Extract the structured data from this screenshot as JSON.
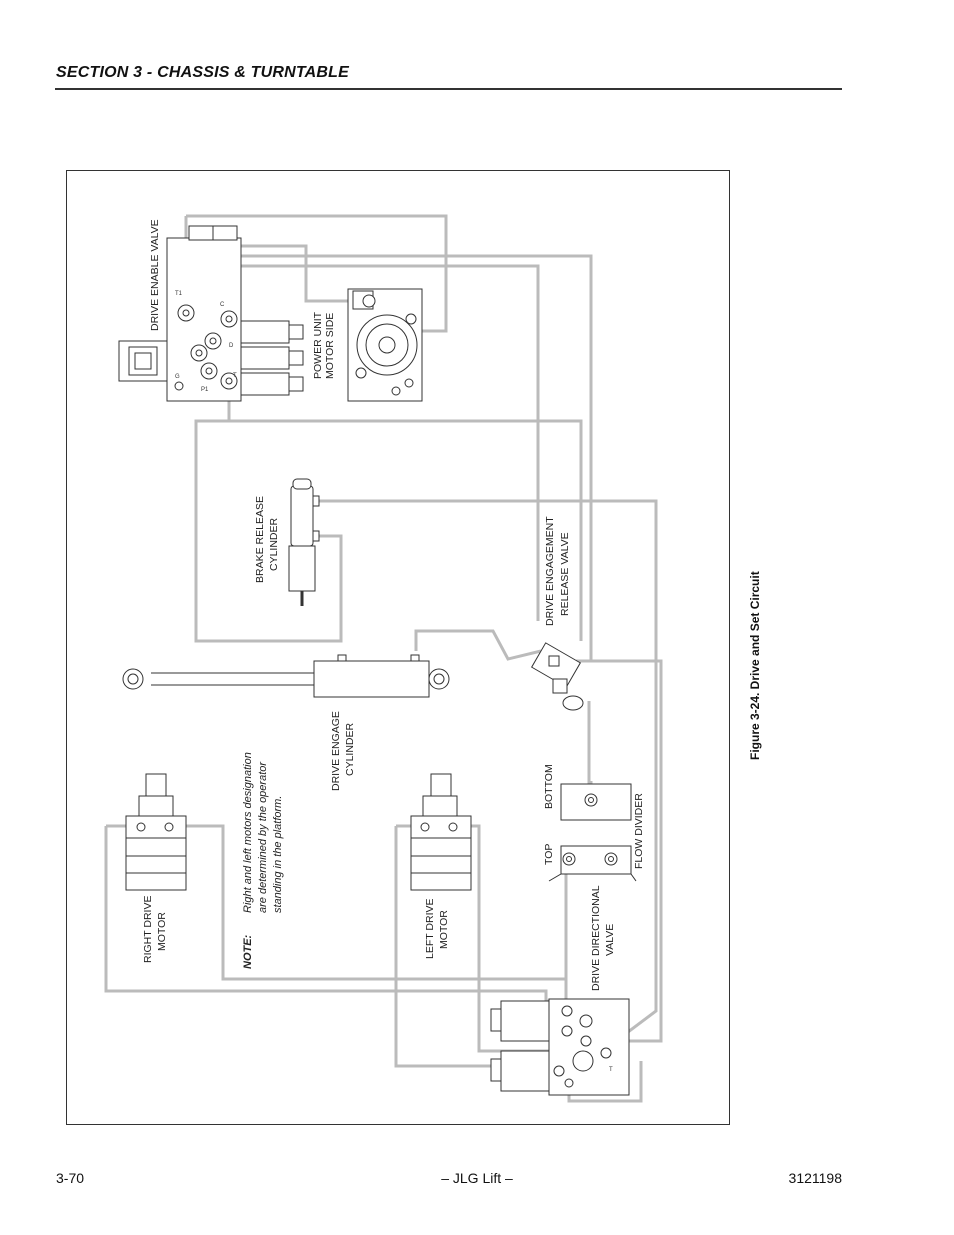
{
  "header": {
    "section_title": "SECTION 3 - CHASSIS & TURNTABLE"
  },
  "figure": {
    "caption": "Figure 3-24.  Drive and Set Circuit",
    "labels": {
      "drive_enable_valve": "DRIVE ENABLE VALVE",
      "power_unit_line1": "POWER UNIT",
      "power_unit_line2": "MOTOR SIDE",
      "brake_release_line1": "BRAKE RELEASE",
      "brake_release_line2": "CYLINDER",
      "engagement_release_line1": "DRIVE ENGAGEMENT",
      "engagement_release_line2": "RELEASE VALVE",
      "engage_cyl_line1": "DRIVE ENGAGE",
      "engage_cyl_line2": "CYLINDER",
      "bottom": "BOTTOM",
      "top": "TOP",
      "flow_divider": "FLOW DIVIDER",
      "directional_line1": "DRIVE DIRECTIONAL",
      "directional_line2": "VALVE",
      "right_motor_line1": "RIGHT DRIVE",
      "right_motor_line2": "MOTOR",
      "left_motor_line1": "LEFT DRIVE",
      "left_motor_line2": "MOTOR"
    },
    "ports": {
      "t1": "T1",
      "g": "G",
      "p1": "P1",
      "t": "T",
      "c": "C",
      "d": "D",
      "e": "E"
    },
    "note": {
      "label": "NOTE:",
      "line1": "Right and left motors designation",
      "line2": "are  determined  by  the  operator",
      "line3": "standing in the platform."
    }
  },
  "footer": {
    "page_number": "3-70",
    "publisher": "– JLG Lift –",
    "doc_number": "3121198"
  }
}
